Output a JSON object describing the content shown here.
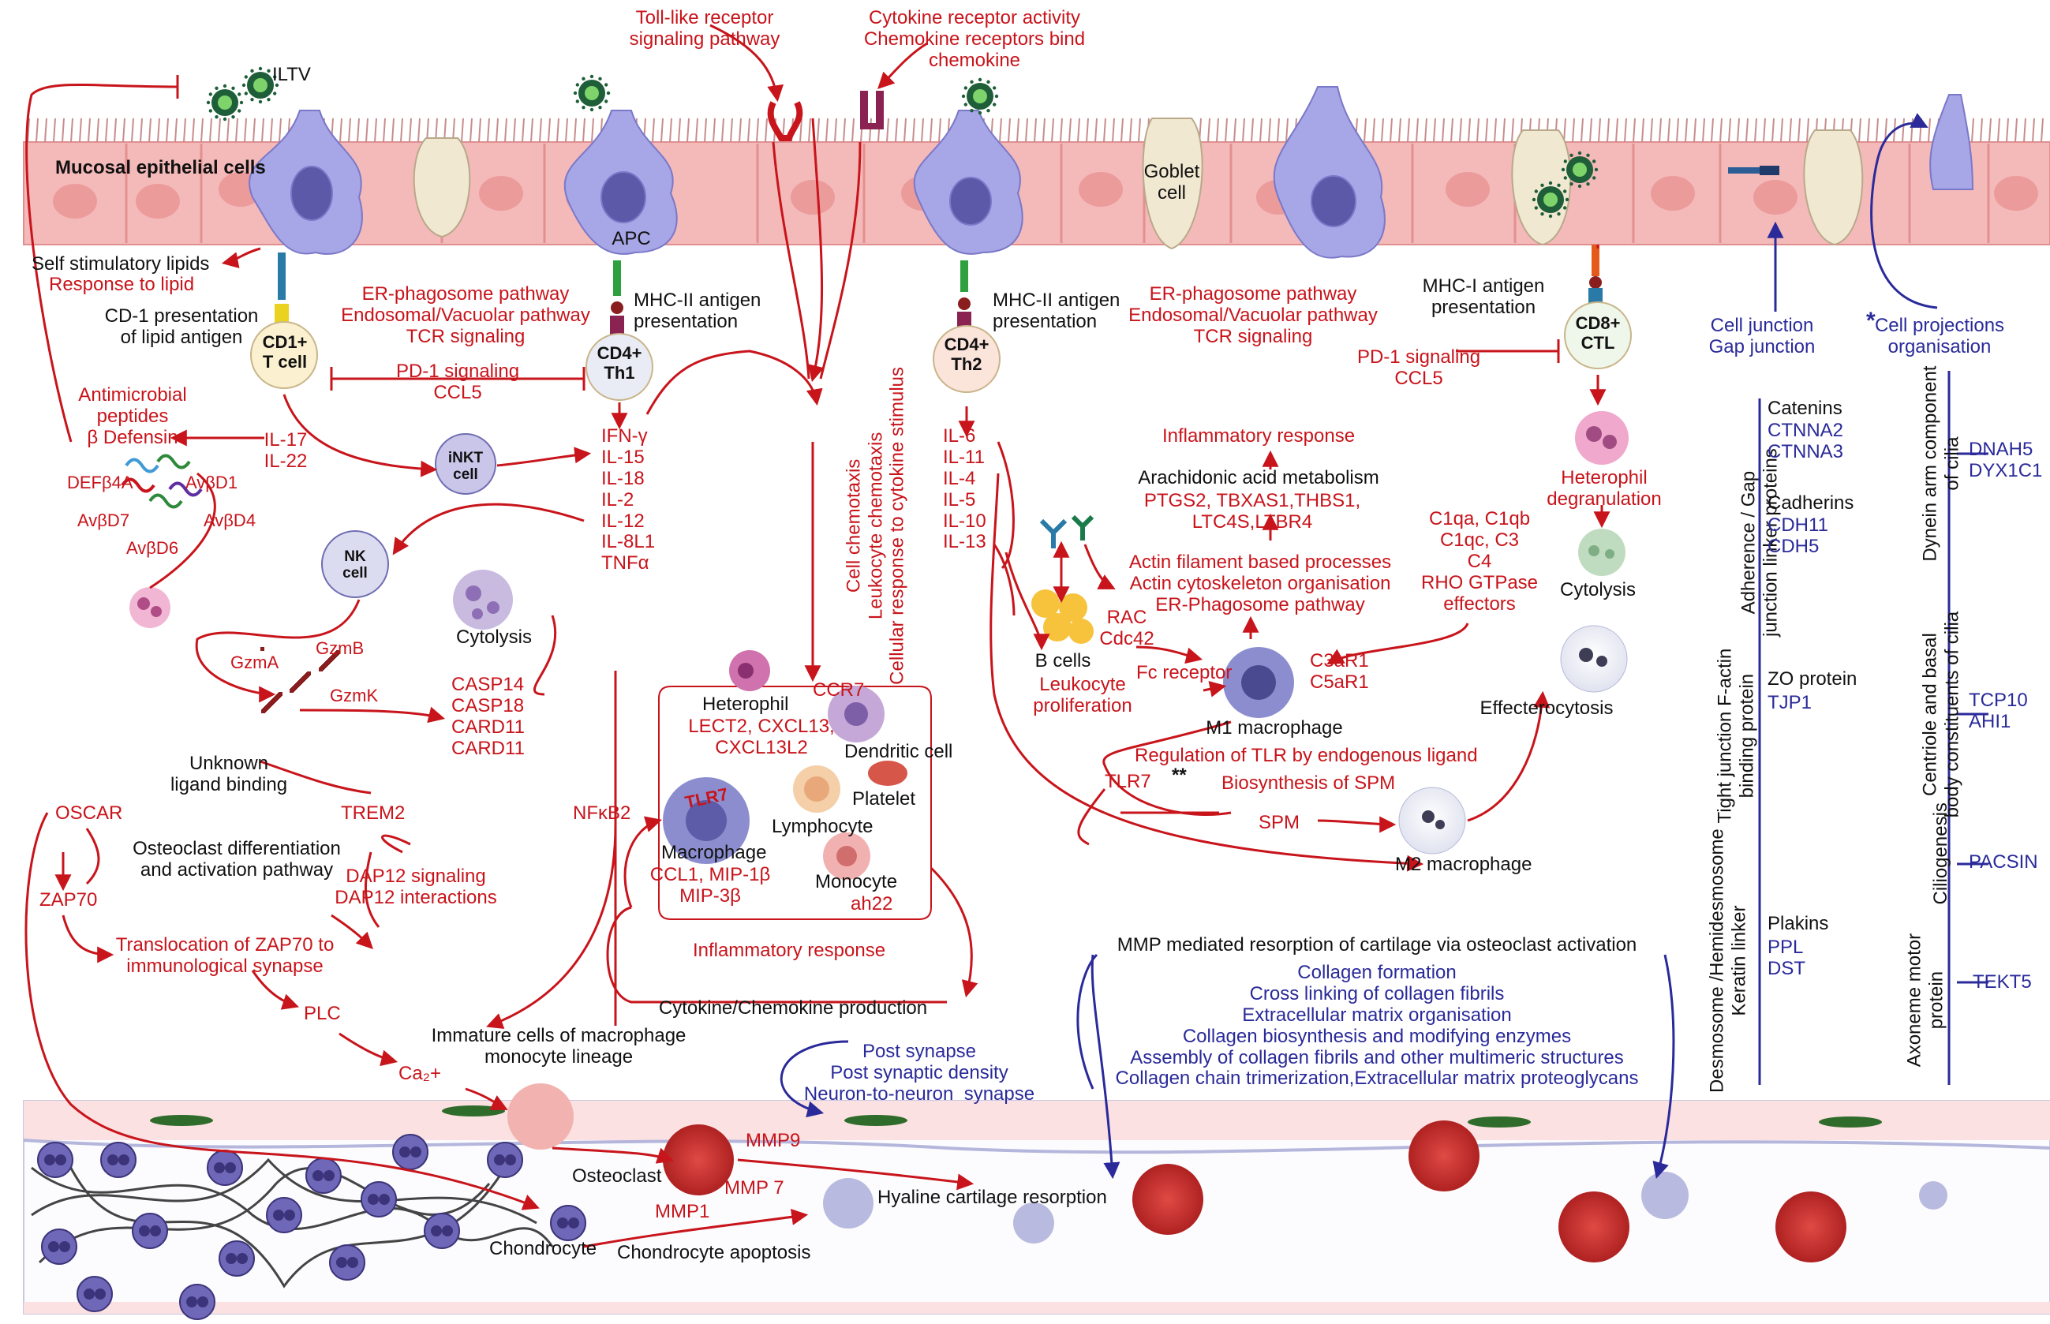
{
  "epithelium": {
    "mucosal_label": "Mucosal epithelial cells",
    "iltv_label": "ILTV",
    "goblet_label": "Goblet\ncell",
    "apc_label": "APC"
  },
  "top_pathways": {
    "tlr": "Toll-like receptor\nsignaling pathway",
    "cytokine": "Cytokine receptor activity\nChemokine receptors bind\nchemokine"
  },
  "left": {
    "self_lipids": "Self stimulatory lipids",
    "response_lipid": "Response to lipid",
    "cd1_presentation": "CD-1 presentation\nof lipid antigen",
    "cd1_cell": "CD1+\nT cell",
    "er_pathway": "ER-phagosome pathway\nEndosomal/Vacuolar pathway\nTCR signaling",
    "pd1": "PD-1 signaling\nCCL5",
    "mhc2": "MHC-II antigen\npresentation",
    "cd4_th1": "CD4+\nTh1",
    "antimicrobial": "Antimicrobial\npeptides\nβ Defensin",
    "il17": "IL-17\nIL-22",
    "inkt": "iNKT\ncell",
    "defensins": [
      "DEFβ4A",
      "AvβD1",
      "AvβD7",
      "AvβD4",
      "AvβD6"
    ],
    "th1_cytokines": "IFN-γ\nIL-15\nIL-18\nIL-2\nIL-12\nIL-8L1\nTNFα",
    "nk_cell": "NK\ncell",
    "cytolysis": "Cytolysis",
    "granzymes": [
      "GzmA",
      "GzmB",
      "GzmK"
    ],
    "caspases": "CASP14\nCASP18\nCARD11\nCARD11",
    "unknown_ligand": "Unknown\nligand binding",
    "oscar": "OSCAR",
    "trem2": "TREM2",
    "osteoclast_diff": "Osteoclast differentiation\nand activation pathway",
    "zap70": "ZAP70",
    "dap12": "DAP12 signaling\nDAP12 interactions",
    "translocation": "Translocation of ZAP70 to\nimmunological synapse",
    "nfkb2": "NFκB2",
    "plc": "PLC",
    "ca": "Ca₂+",
    "immature": "Immature cells of macrophage\nmonocyte lineage"
  },
  "middle": {
    "chemotaxis_vertical": "Cell chemotaxis\nLeukocyte chemotaxis\nCellular response to cytokine stimulus",
    "ccr7": "CCR7",
    "heterophil": "Heterophil",
    "heterophil_genes": "LECT2, CXCL13,\nCXCL13L2",
    "dendritic": "Dendritic cell",
    "tlr7_cell": "TLR7",
    "platelet": "Platelet",
    "lymphocyte": "Lymphocyte",
    "macrophage": "Macrophage",
    "macrophage_genes": "CCL1, MIP-1β\nMIP-3β",
    "monocyte": "Monocyte",
    "monocyte_gene": "ah22",
    "inflammatory": "Inflammatory response",
    "cytokine_production": "Cytokine/Chemokine production",
    "post_synapse": "Post synapse\nPost synaptic density\nNeuron-to-neuron  synapse"
  },
  "th2": {
    "mhc2": "MHC-II antigen\npresentation",
    "cell": "CD4+\nTh2",
    "cytokines": "IL-6\nIL-11\nIL-4\nIL-5\nIL-10\nIL-13",
    "b_cells": "B cells",
    "leukocyte_prolif": "Leukocyte\nproliferation",
    "rac": "RAC\nCdc42",
    "fc_receptor": "Fc receptor",
    "er_pathway": "ER-phagosome pathway\nEndosomal/Vacuolar pathway\nTCR signaling",
    "inflammatory": "Inflammatory response",
    "arachidonic": "Arachidonic acid metabolism",
    "arachidonic_genes": "PTGS2, TBXAS1,THBS1,\nLTC4S,LTBR4",
    "actin": "Actin filament based processes\nActin cytoskeleton organisation\nER-Phagosome pathway",
    "complement": "C1qa, C1qb\nC1qc, C3\nC4\nRHO GTPase\neffectors",
    "c3ar": "C3aR1\nC5aR1",
    "m1": "M1 macrophage",
    "regulation_tlr": "Regulation of TLR by endogenous ligand",
    "tlr7": "TLR7",
    "biosynthesis_spm": "Biosynthesis of SPM",
    "stars": "**",
    "spm": "SPM",
    "m2": "M2 macrophage"
  },
  "right": {
    "mhc1": "MHC-I antigen\npresentation",
    "cd8": "CD8+\nCTL",
    "pd1": "PD-1 signaling\nCCL5",
    "heterophil_degran": "Heterophil\ndegranulation",
    "cytolysis": "Cytolysis",
    "efferocytosis": "Effecterocytosis",
    "cell_junction": "Cell junction\nGap junction",
    "cell_projections": "Cell projections\norganisation",
    "star": "*"
  },
  "junction_table": {
    "group1_title": "Adherence / Gap\njunction linker proteins",
    "catenins": "Catenins",
    "catenin_genes": "CTNNA2\nCTNNA3",
    "cadherins": "Cadherins",
    "cadherin_genes": "CDH11\nCDH5",
    "group2_title": "Tight junction F-actin\nbinding protein",
    "zo": "ZO protein",
    "zo_gene": "TJP1",
    "group3_title": "Desmosome /Hemidesmosome\nKeratin linker",
    "plakins": "Plakins",
    "plakin_genes": "PPL\nDST"
  },
  "cilia_table": {
    "dynein_title": "Dynein arm component\nof cilia",
    "dynein_genes": "DNAH5\nDYX1C1",
    "centriole_title": "Centriole and basal\nbody constituents of cilia",
    "centriole_genes": "TCP10\nAHI1",
    "ciliogenesis_title": "Ciliogenesis",
    "ciliogenesis_gene": "PACSIN",
    "axoneme_title": "Axoneme motor\nprotein",
    "axoneme_gene": "TEKT5"
  },
  "cartilage": {
    "mmp_title": "MMP mediated resorption of cartilage via osteoclast activation",
    "collagen_list": "Collagen formation\nCross linking of collagen fibrils\nExtracellular matrix organisation\nCollagen biosynthesis and modifying enzymes\nAssembly of collagen fibrils and other multimeric structures\nCollagen chain trimerization,Extracellular matrix proteoglycans",
    "osteoclast": "Osteoclast",
    "mmp9": "MMP9",
    "mmp7": "MMP 7",
    "mmp1": "MMP1",
    "hyaline": "Hyaline cartilage resorption",
    "chondrocyte": "Chondrocyte",
    "chondrocyte_apoptosis": "Chondrocyte apoptosis"
  },
  "colors": {
    "red": "#c8141b",
    "blue": "#2a2a9a",
    "epithelium": "#f4b9b9",
    "apc": "#a7a6e6"
  }
}
